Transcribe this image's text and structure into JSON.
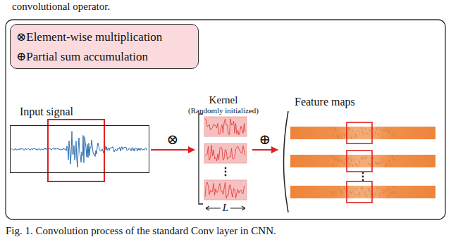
{
  "diagram": {
    "caption": "Fig. 1. Convolution process of the standard Conv layer in CNN.",
    "nodes": [
      {
        "text": [
          "⊗Element-wise multiplication",
          "⊕Partial sum accumulation"
        ]
      },
      {
        "text": [
          "Input signal"
        ]
      },
      {
        "text": [
          "Kernel",
          "(Randomly initialized)"
        ]
      },
      {
        "text": [
          "Feature maps"
        ]
      }
    ],
    "edges": [
      {
        "from": 1,
        "to": 2,
        "arrow": "to",
        "label": "⊗"
      },
      {
        "from": 2,
        "to": 3,
        "arrow": "to",
        "label": "⊕"
      }
    ],
    "labels": [
      "convolutional operator.",
      "L"
    ]
  }
}
